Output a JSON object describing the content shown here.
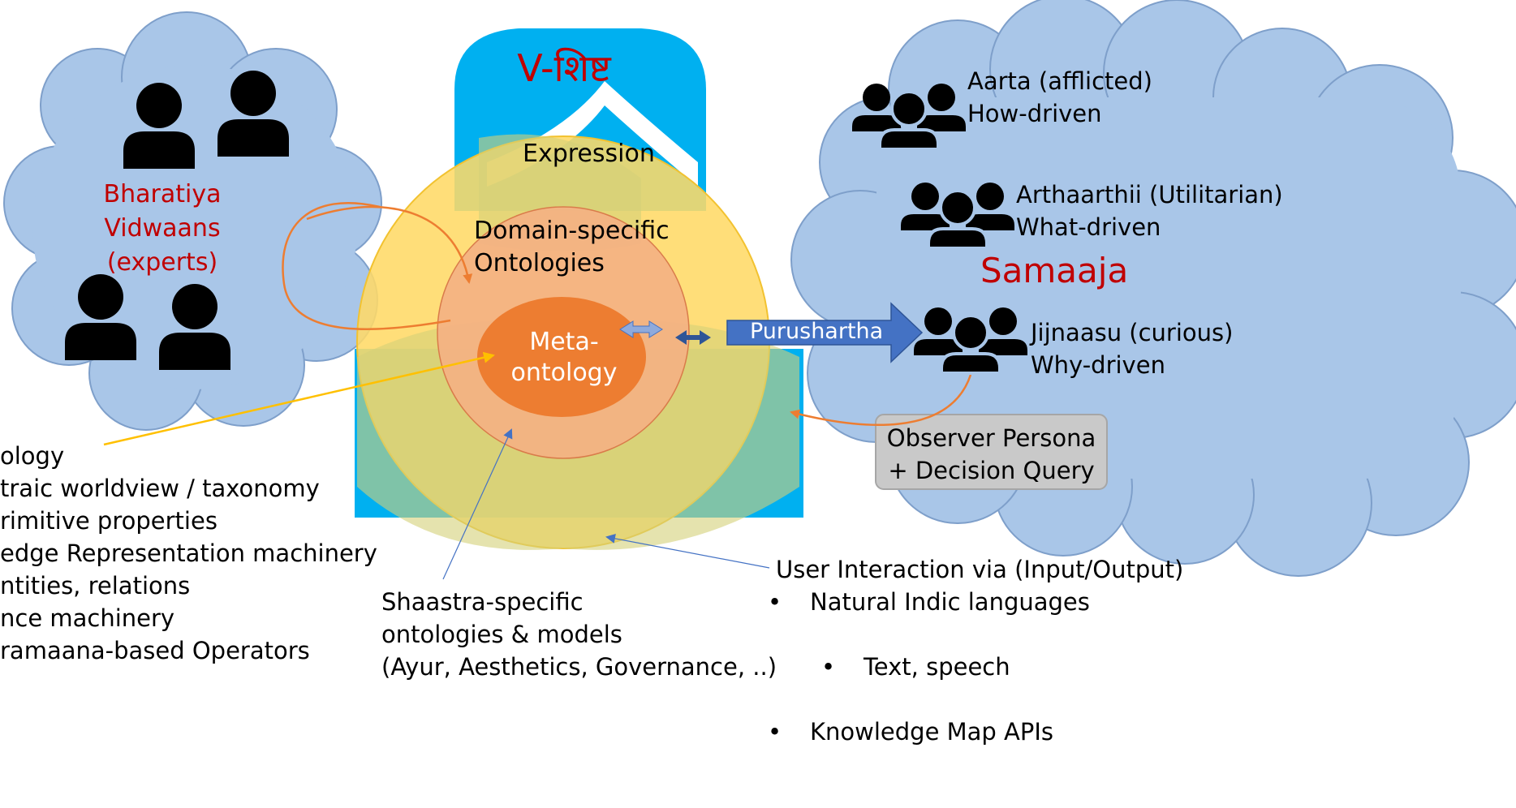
{
  "platform": {
    "name": "V-शिष्ट"
  },
  "experts": {
    "line1": "Bharatiya",
    "line2": "Vidwaans",
    "line3": "(experts)"
  },
  "rings": {
    "outer": "Expression",
    "middle_line1": "Domain-specific",
    "middle_line2": "Ontologies",
    "core_line1": "Meta-",
    "core_line2": "ontology"
  },
  "arrow_label": "Purushartha",
  "society": {
    "title": "Samaaja",
    "groups": [
      {
        "line1": "Aarta (afflicted)",
        "line2": "How-driven"
      },
      {
        "line1": "Arthaarthii (Utilitarian)",
        "line2": "What-driven"
      },
      {
        "line1": "Jijnaasu (curious)",
        "line2": "Why-driven"
      }
    ]
  },
  "observer": {
    "line1": "Observer Persona",
    "line2": "+ Decision Query"
  },
  "meta_notes": [
    "ology",
    "traic worldview / taxonomy",
    "rimitive properties",
    "edge Representation machinery",
    "ntities, relations",
    "nce machinery",
    "ramaana-based Operators"
  ],
  "shaastra": {
    "line1": "Shaastra-specific",
    "line2": "ontologies & models",
    "line3": "(Ayur, Aesthetics, Governance, ..)"
  },
  "interaction": {
    "heading": "User Interaction via (Input/Output)",
    "item1": "Natural Indic languages",
    "sub1": "Text, speech",
    "item2": "Knowledge Map APIs"
  },
  "colors": {
    "cloud": "#a9c6e8",
    "cloud_edge": "#7e9fca",
    "platform_blue": "#00b0f0",
    "outer_ring": "#ffd966",
    "middle_ring": "#f4b183",
    "core": "#ed7d31",
    "arrow_blue": "#4472c4",
    "curve_orange": "#ed7d31",
    "pointer_yellow": "#ffc000",
    "title_red": "#c00000"
  },
  "icons": [
    "person-icon",
    "group-icon",
    "double-arrow-icon"
  ]
}
